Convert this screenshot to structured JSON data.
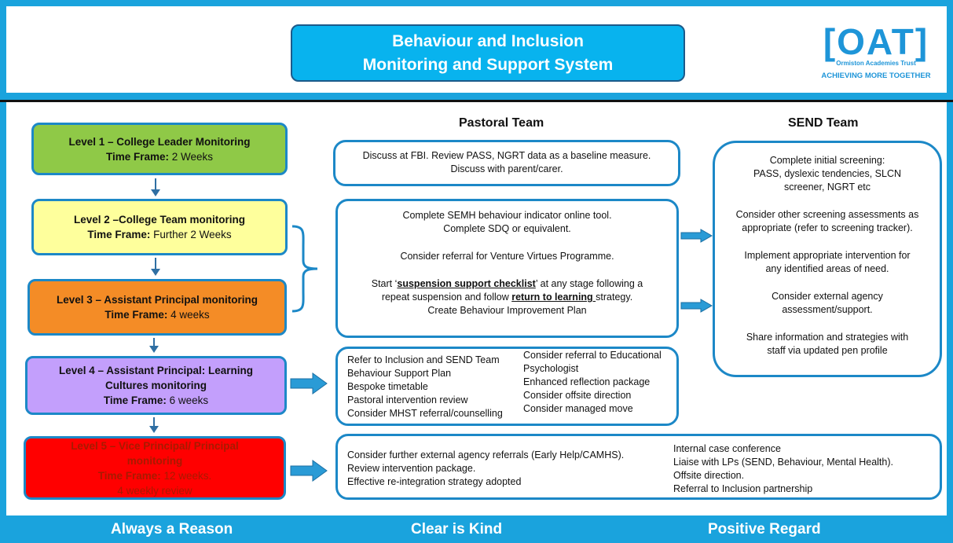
{
  "title": {
    "line1": "Behaviour and Inclusion",
    "line2": "Monitoring and Support System"
  },
  "logo": {
    "mark": "[OAT]",
    "subtitle": "Ormiston Academies Trust",
    "tagline": "ACHIEVING MORE TOGETHER"
  },
  "headings": {
    "pastoral": "Pastoral Team",
    "send": "SEND Team"
  },
  "levels": [
    {
      "title": "Level 1 – College Leader  Monitoring",
      "tf_label": "Time Frame:",
      "tf_value": " 2 Weeks"
    },
    {
      "title": "Level 2 –College Team monitoring",
      "tf_label": "Time Frame:",
      "tf_value": " Further 2 Weeks"
    },
    {
      "title": "Level 3 – Assistant Principal monitoring",
      "tf_label": "Time Frame:",
      "tf_value": " 4 weeks"
    },
    {
      "title_line1": "Level 4 – Assistant Principal: Learning",
      "title_line2": "Cultures monitoring",
      "tf_label": "Time Frame:",
      "tf_value": " 6 weeks"
    },
    {
      "title_line1": "Level 5 – Vice Principal/ Principal",
      "title_line2": "monitoring",
      "tf_label": "Time Frame:",
      "tf_value": " 12 weeks.",
      "extra": "4 weekly review"
    }
  ],
  "box1": {
    "line1": "Discuss at FBI. Review PASS, NGRT data as a baseline measure.",
    "line2": "Discuss  with parent/carer."
  },
  "box2": {
    "p1_line1": "Complete SEMH behaviour indicator online tool.",
    "p1_line2": "Complete SDQ or equivalent.",
    "p2": "Consider referral for Venture Virtues Programme.",
    "p3_start": "Start ‘",
    "p3_link1": "suspension support checklist",
    "p3_mid": "’ at any stage following a",
    "p3_line2_start": "repeat suspension and follow ",
    "p3_link2": "return to learning ",
    "p3_line2_end": "strategy.",
    "p3_line3": "Create Behaviour Improvement Plan"
  },
  "box3": {
    "left": [
      "Refer to Inclusion and SEND Team",
      "Behaviour Support Plan",
      "Bespoke timetable",
      "Pastoral intervention review",
      "Consider MHST referral/counselling"
    ],
    "right": [
      "Consider referral to Educational",
      "Psychologist",
      "Enhanced reflection package",
      "Consider offsite direction",
      "Consider managed move"
    ]
  },
  "box4": {
    "left": [
      "Consider further external agency referrals (Early Help/CAMHS).",
      "Review intervention package.",
      "Effective re-integration strategy adopted"
    ],
    "right": [
      "Internal case conference",
      "Liaise with LPs (SEND, Behaviour, Mental Health).",
      "Offsite direction.",
      "Referral to Inclusion partnership"
    ]
  },
  "send_box": {
    "p1": [
      "Complete initial screening:",
      "PASS, dyslexic tendencies, SLCN",
      "screener, NGRT etc"
    ],
    "p2": [
      "Consider other screening assessments as",
      "appropriate (refer to screening tracker)."
    ],
    "p3": [
      "Implement appropriate intervention for",
      "any identified areas of need."
    ],
    "p4": [
      "Consider external agency",
      "assessment/support."
    ],
    "p5": [
      "Share information and strategies with",
      "staff via updated pen profile"
    ]
  },
  "footer": {
    "left": "Always a Reason",
    "center": "Clear is Kind",
    "right": "Positive Regard"
  },
  "colors": {
    "accent_blue": "#1aa3dd",
    "title_blue": "#08b3ee",
    "level1": "#8fc947",
    "level2": "#feff9c",
    "level3": "#f48c26",
    "level4": "#c39ffc",
    "level5": "#ff0000"
  }
}
